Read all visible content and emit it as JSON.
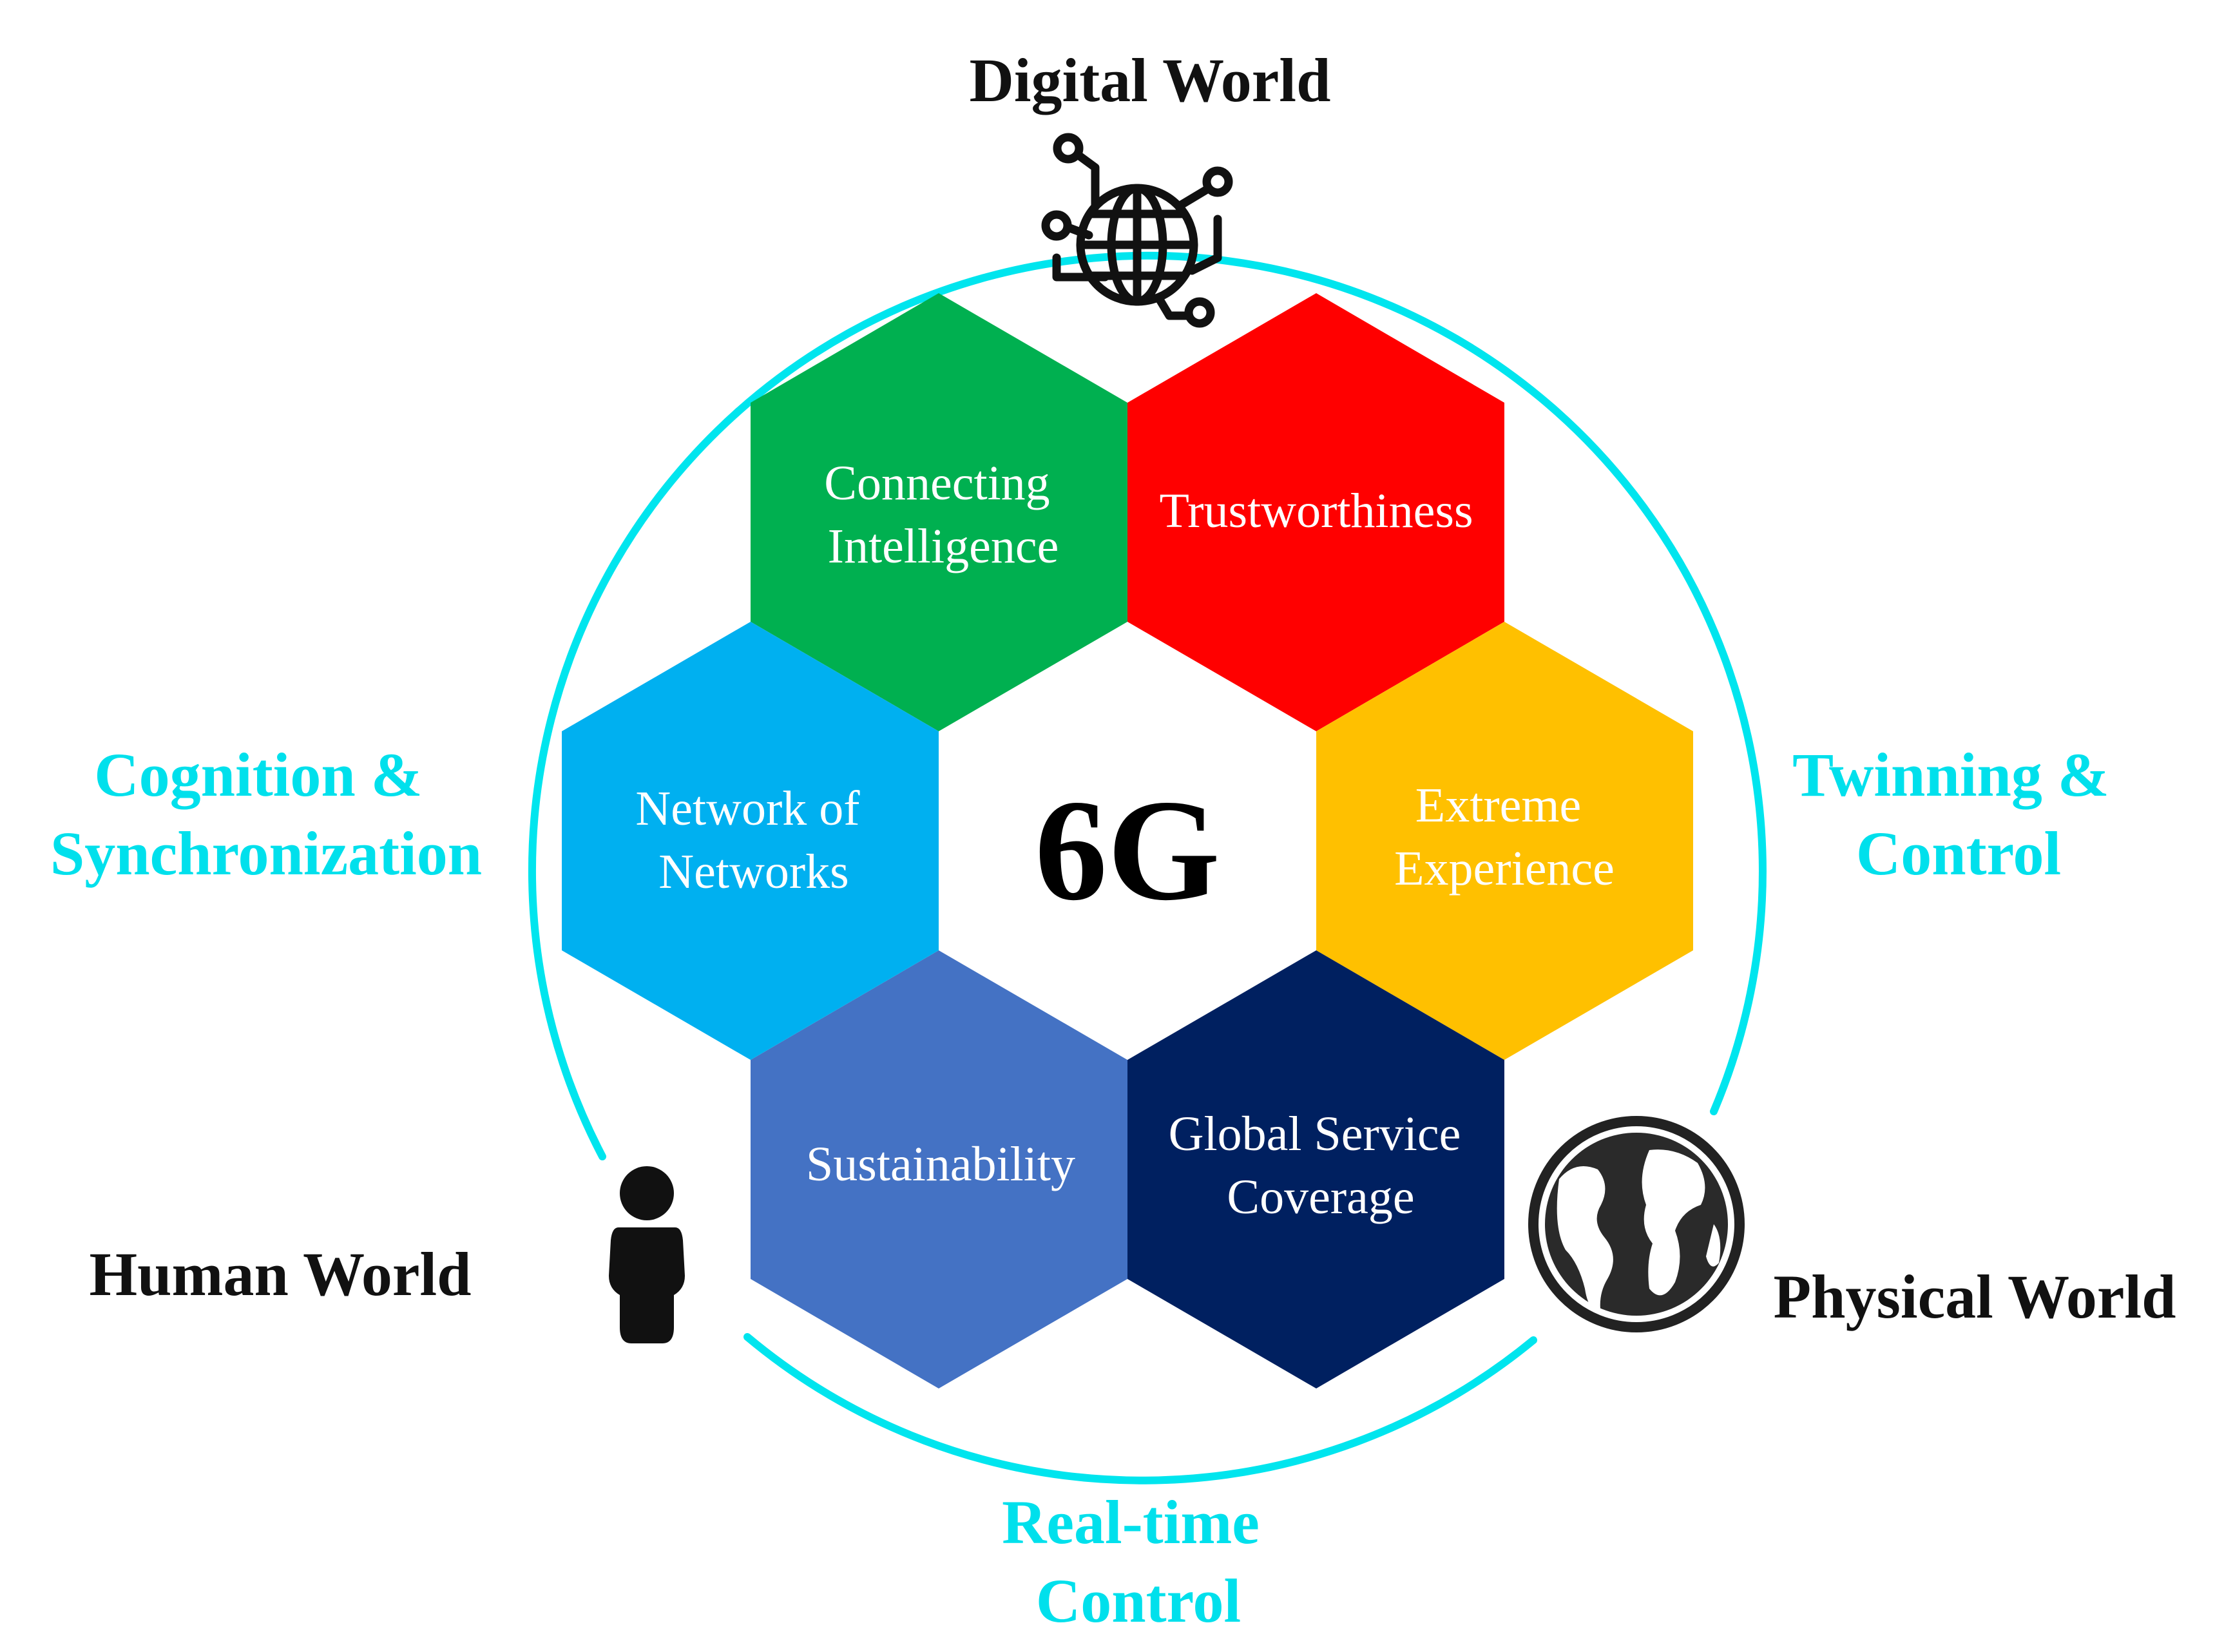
{
  "center": {
    "label": "6G"
  },
  "worlds": {
    "digital": "Digital World",
    "human": "Human World",
    "physical": "Physical World"
  },
  "relations": {
    "left": [
      "Cognition &",
      "Synchronization"
    ],
    "right": [
      "Twinning &",
      "Control"
    ],
    "bottom": [
      "Real-time",
      "Control"
    ]
  },
  "hexagons": [
    {
      "id": "connecting-intelligence",
      "lines": [
        "Connecting",
        "Intelligence"
      ],
      "color": "#00b050"
    },
    {
      "id": "trustworthiness",
      "lines": [
        "Trustworthiness"
      ],
      "color": "#ff0000"
    },
    {
      "id": "extreme-experience",
      "lines": [
        "Extreme",
        "Experience"
      ],
      "color": "#ffc000"
    },
    {
      "id": "global-service-coverage",
      "lines": [
        "Global Service",
        "Coverage"
      ],
      "color": "#002060"
    },
    {
      "id": "sustainability",
      "lines": [
        "Sustainability"
      ],
      "color": "#4472c4"
    },
    {
      "id": "network-of-networks",
      "lines": [
        "Network of",
        "Networks"
      ],
      "color": "#00b0f0"
    }
  ],
  "colors": {
    "ring": "#00e5ee",
    "relation_text": "#00e0ec",
    "icon": "#111111"
  },
  "icons": {
    "digital": "globe-circuit-icon",
    "human": "person-icon",
    "physical": "earth-globe-icon"
  }
}
